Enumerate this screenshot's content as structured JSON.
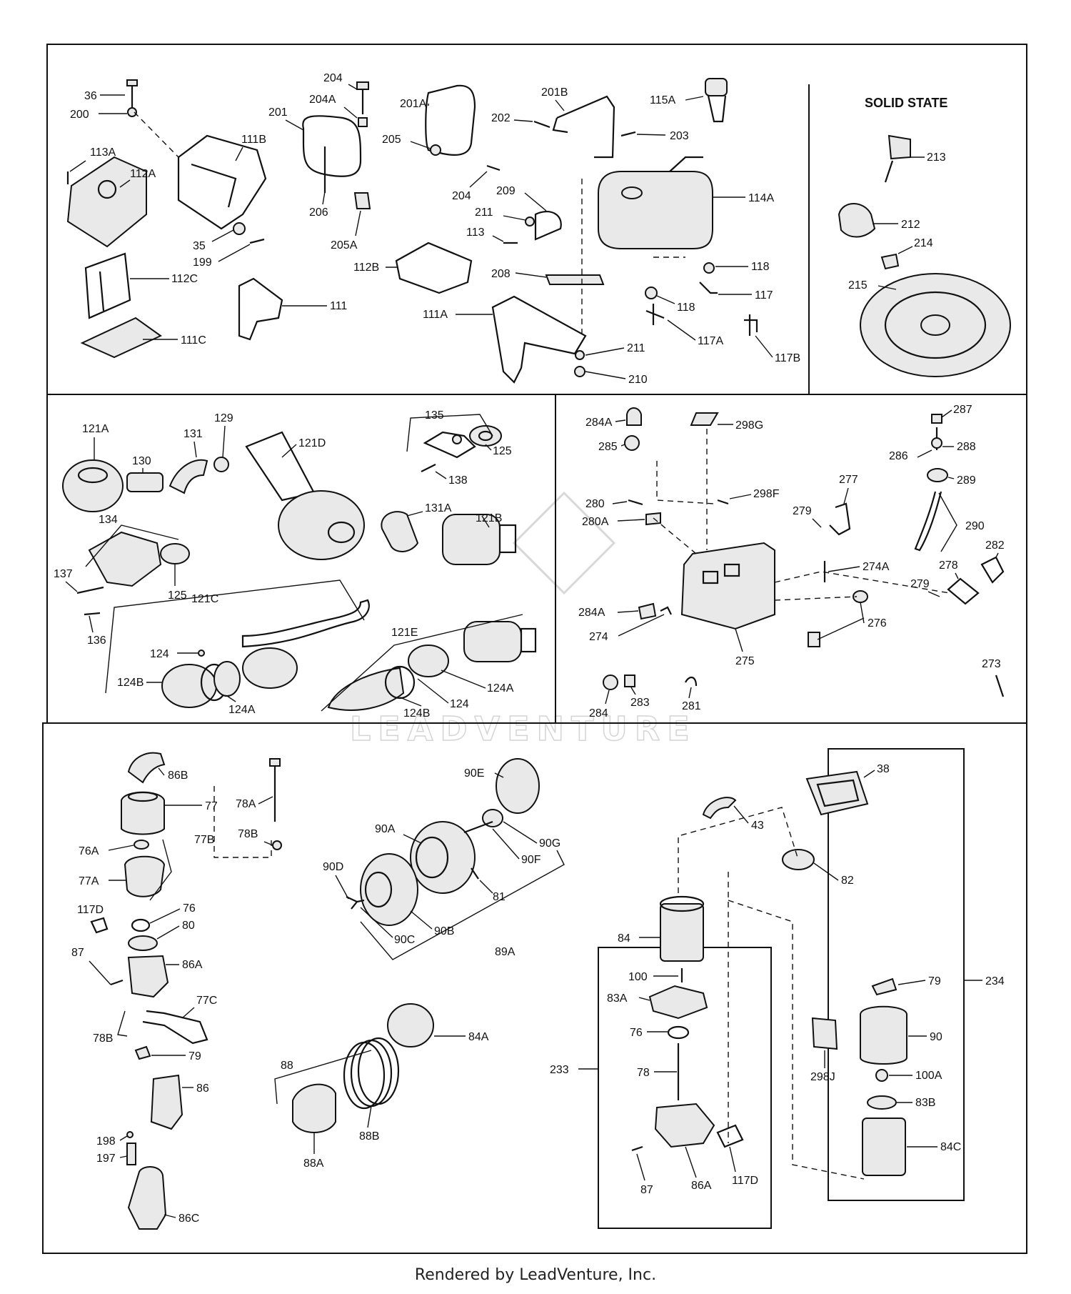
{
  "watermark": "LEADVENTURE",
  "footer": "Rendered by LeadVenture, Inc.",
  "panels": {
    "solid_state": {
      "title": "SOLID STATE"
    }
  },
  "labels": [
    "36",
    "200",
    "204",
    "204A",
    "201",
    "201A",
    "201B",
    "202",
    "203",
    "115A",
    "111B",
    "113A",
    "112A",
    "205",
    "206",
    "204",
    "209",
    "211",
    "113",
    "205A",
    "35",
    "199",
    "112B",
    "208",
    "114A",
    "118",
    "118",
    "117",
    "112C",
    "111",
    "111A",
    "117A",
    "211",
    "210",
    "117B",
    "111C",
    "213",
    "212",
    "214",
    "215",
    "121A",
    "130",
    "131",
    "129",
    "121D",
    "135",
    "125",
    "138",
    "134",
    "131A",
    "121B",
    "137",
    "125",
    "136",
    "121C",
    "124",
    "124B",
    "124A",
    "121E",
    "124A",
    "124",
    "124B",
    "284A",
    "298G",
    "285",
    "287",
    "286",
    "288",
    "289",
    "280",
    "280A",
    "298F",
    "277",
    "279",
    "290",
    "274A",
    "282",
    "278",
    "279",
    "284A",
    "274",
    "276",
    "275",
    "273",
    "284",
    "283",
    "281",
    "86B",
    "78A",
    "77",
    "77B",
    "78B",
    "76A",
    "77A",
    "117D",
    "76",
    "80",
    "87",
    "86A",
    "77C",
    "78B",
    "79",
    "86",
    "198",
    "197",
    "86C",
    "90E",
    "90A",
    "90G",
    "90F",
    "90D",
    "81",
    "90C",
    "90B",
    "89A",
    "84A",
    "88",
    "88B",
    "88A",
    "38",
    "43",
    "82",
    "84",
    "100",
    "83A",
    "76",
    "78",
    "233",
    "86A",
    "87",
    "117D",
    "79",
    "234",
    "90",
    "298J",
    "100A",
    "83B",
    "84C"
  ]
}
